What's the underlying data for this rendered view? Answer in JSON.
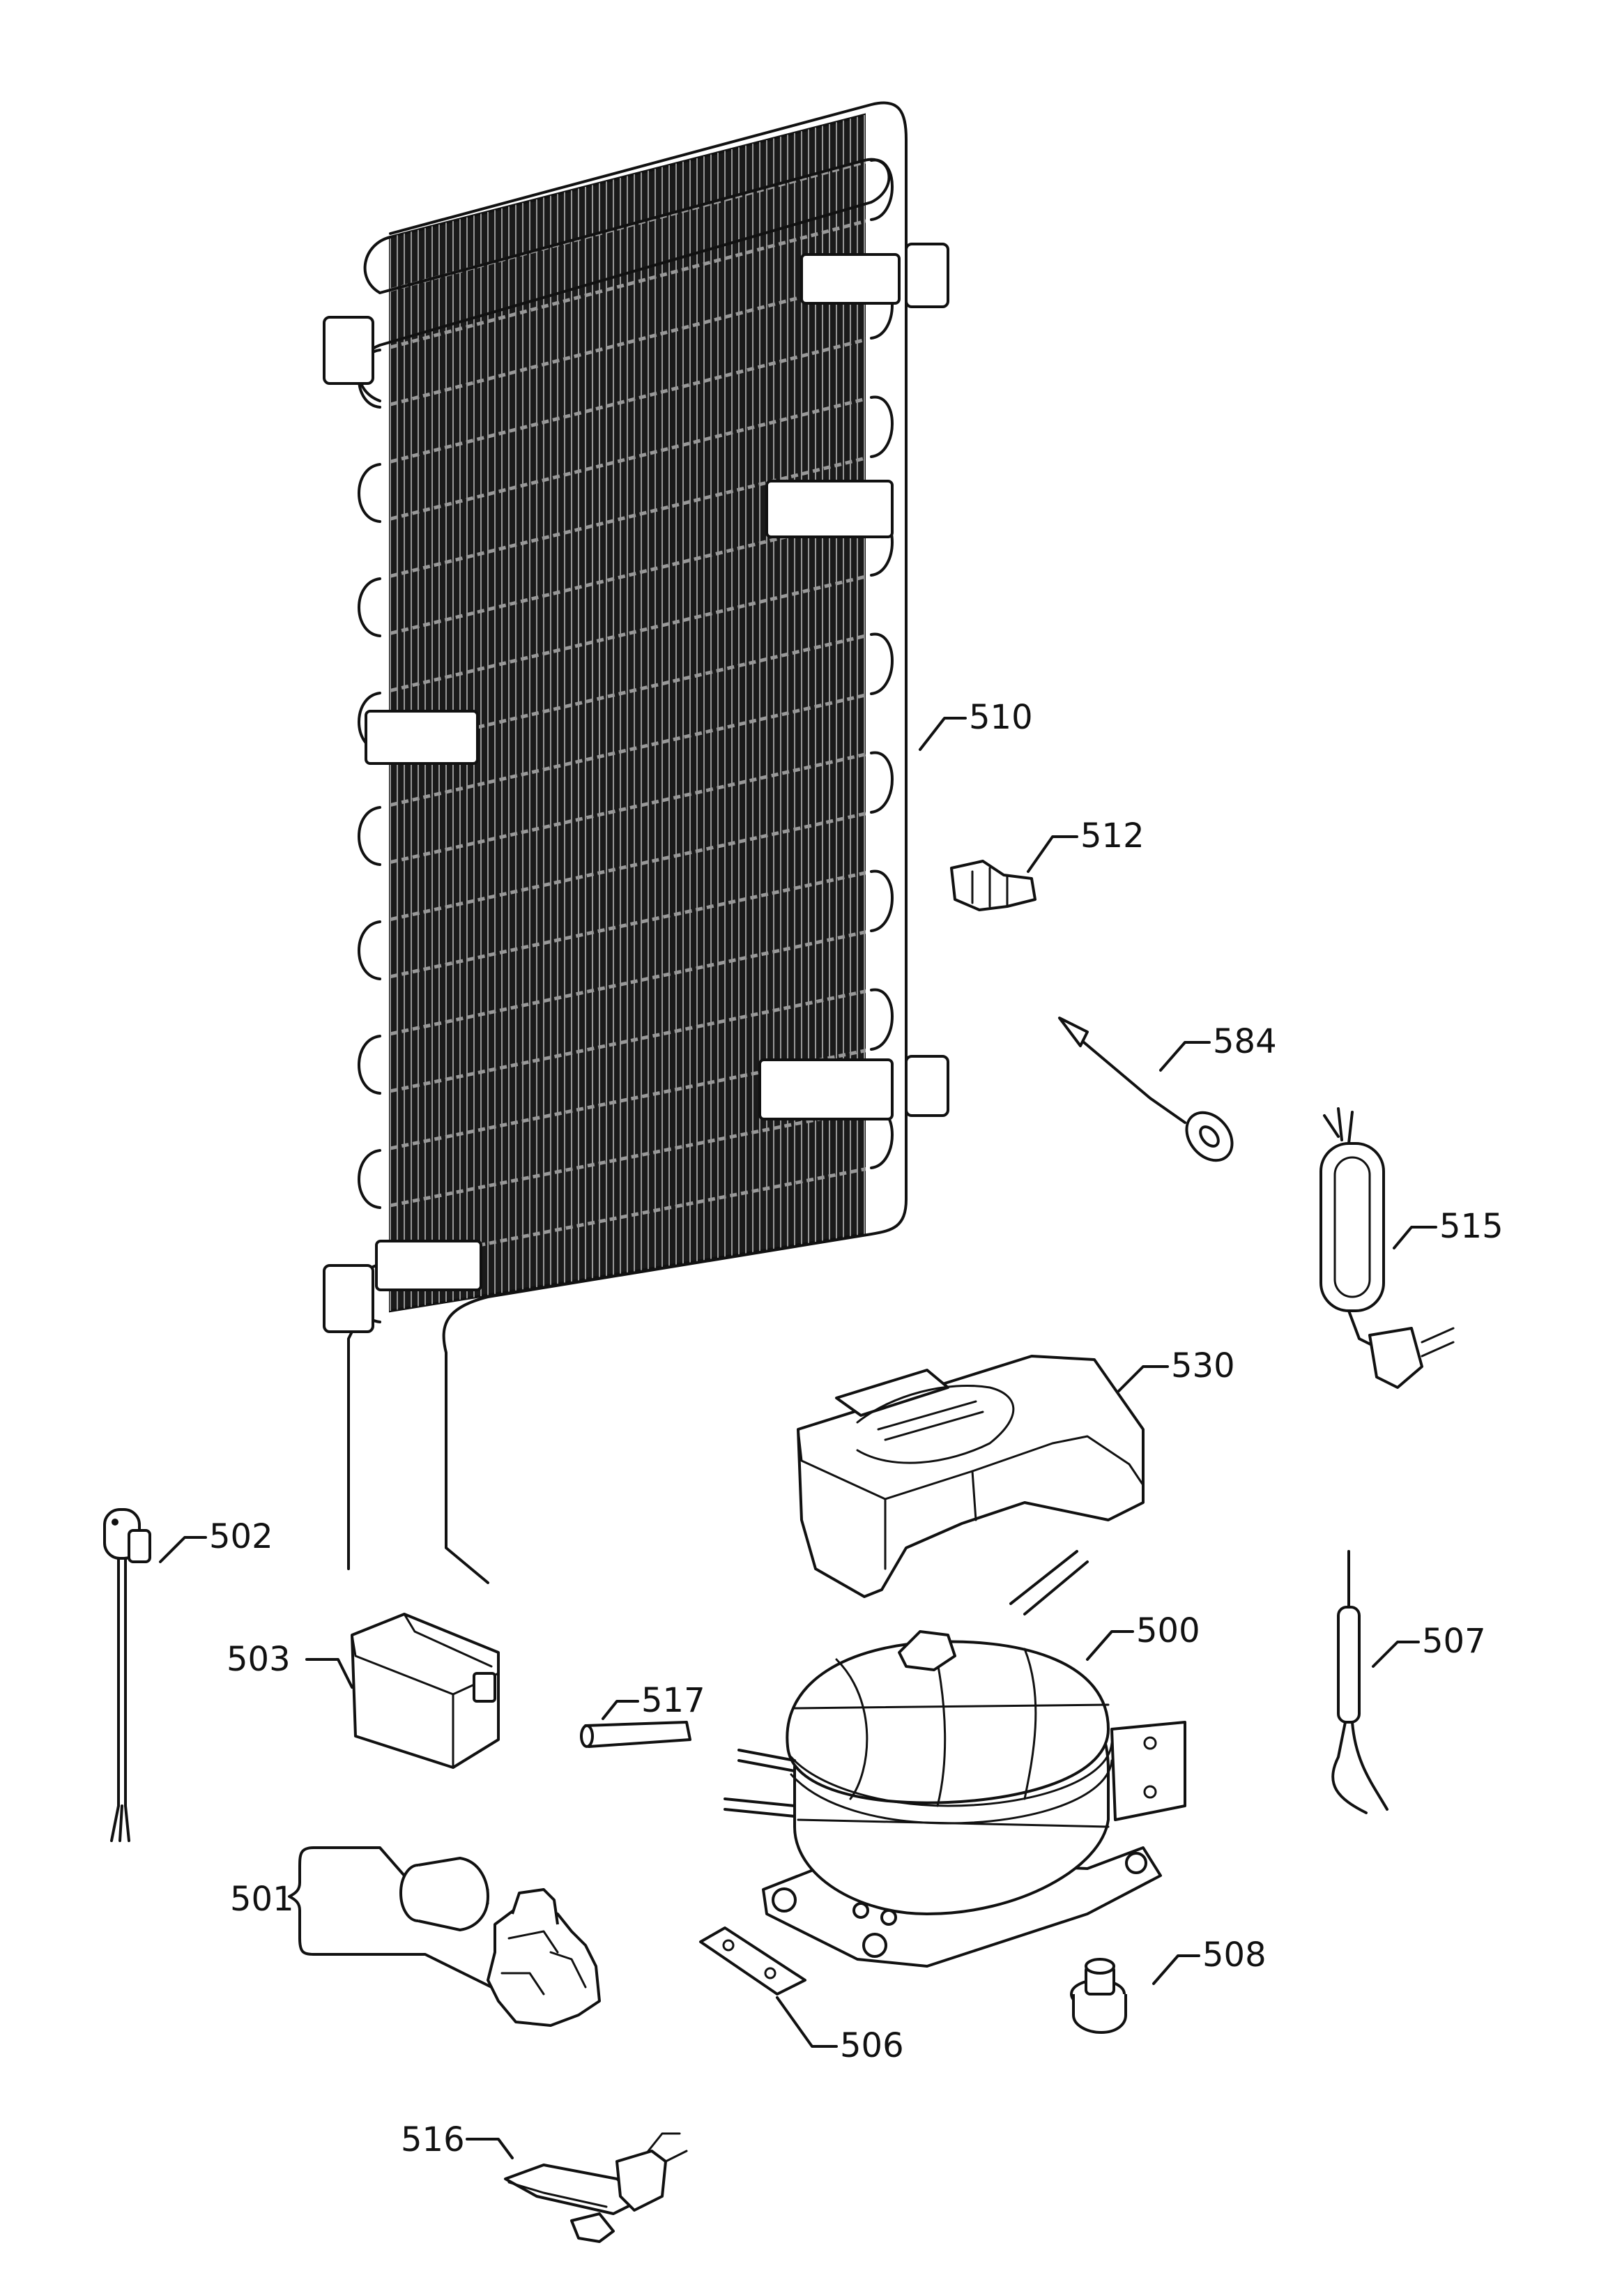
{
  "callouts": {
    "c500": "500",
    "c501": "501",
    "c502": "502",
    "c503": "503",
    "c506": "506",
    "c507": "507",
    "c508": "508",
    "c510": "510",
    "c512": "512",
    "c515": "515",
    "c516": "516",
    "c517": "517",
    "c530": "530",
    "c584": "584"
  },
  "colors": {
    "ink": "#111111",
    "paper": "#ffffff"
  }
}
